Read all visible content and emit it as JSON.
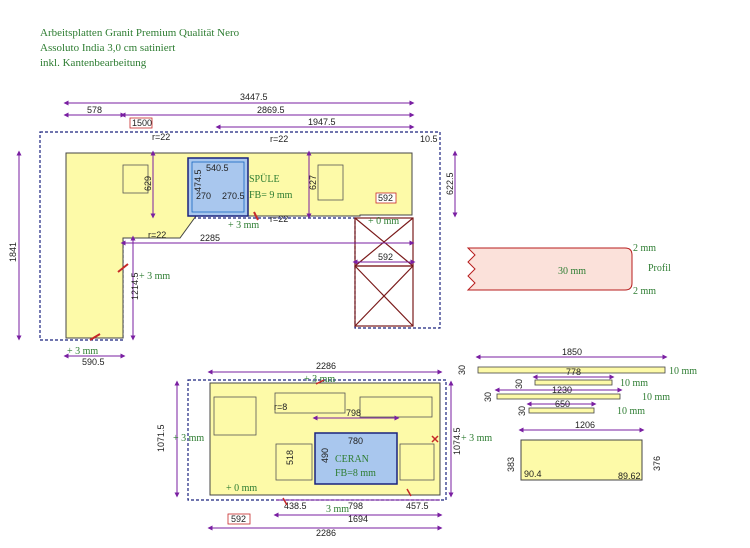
{
  "header": {
    "line1": "Arbeitsplatten Granit Premium Qualität Nero",
    "line2": "Assoluto India 3,0 cm satiniert",
    "line3": "inkl. Kantenbearbeitung"
  },
  "top_plan": {
    "d_total": "3447.5",
    "d_578": "578",
    "d_1500": "1500",
    "d_2869": "2869.5",
    "d_1947": "1947.5",
    "d_10_5": "10.5",
    "d_1841": "1841",
    "d_629": "629",
    "d_627": "627",
    "d_622": "622.5",
    "d_1214": "1214.5",
    "d_2285": "2285",
    "d_590": "590.5",
    "d_592a": "592",
    "d_592b": "592",
    "r22a": "r=22",
    "r22b": "r=22",
    "r22c": "r=22",
    "r22d": "r=22",
    "sink_540": "540.5",
    "sink_270a": "270",
    "sink_270b": "270.5",
    "sink_474": "474.5",
    "sink_label": "SPÜLE",
    "sink_fb": "FB= 9 mm",
    "p3a": "+ 3 mm",
    "p3b": "+ 3 mm",
    "p3c": "+ 3 mm",
    "p0": "+ 0 mm"
  },
  "profile": {
    "t2a": "2 mm",
    "t2b": "2 mm",
    "t30": "30 mm",
    "label": "Profil"
  },
  "bottom_plan": {
    "d_2286top": "2286",
    "p3top": "+ 3 mm",
    "d_1071": "1071.5",
    "d_1074": "1074.5",
    "p3l": "+ 3 mm",
    "p3r": "+ 3 mm",
    "r8": "r=8",
    "d_798a": "798",
    "d_780": "780",
    "d_490": "490",
    "d_518": "518",
    "ceran": "CERAN",
    "ceran_fb": "FB=8 mm",
    "p0": "+ 0 mm",
    "d_438": "438.5",
    "d_798b": "798",
    "d_457": "457.5",
    "p3bot": "3 mm",
    "d_1694": "1694",
    "d_2286bot": "2286",
    "d_592": "592"
  },
  "strips": {
    "s1": "1850",
    "s1h": "30",
    "s1t": "10 mm",
    "s2": "778",
    "s2h": "30",
    "s2t": "10 mm",
    "s3": "1230",
    "s3h": "30",
    "s3t": "10 mm",
    "s4": "650",
    "s4h": "30",
    "s4t": "10 mm"
  },
  "small_plate": {
    "w": "1206",
    "hl": "383",
    "hr": "376",
    "al": "90.4",
    "ar": "89.62"
  }
}
